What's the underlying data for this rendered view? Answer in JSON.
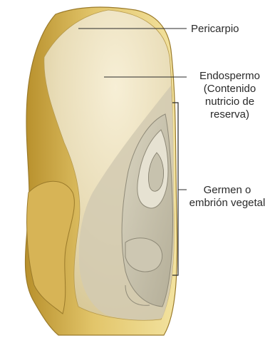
{
  "labels": {
    "pericarp": "Pericarpio",
    "endosperm": [
      "Endospermo",
      "(Contenido",
      "nutricio de",
      "reserva)"
    ],
    "germ": [
      "Germen o",
      "embrión vegetal"
    ]
  },
  "colors": {
    "pericarp_gold": "#d8b653",
    "pericarp_light": "#efdc92",
    "endosperm_cream": "#f2e8c8",
    "endosperm_gray": "#cfc7b4",
    "germ_gray": "#bdb9a6",
    "line": "#2a2a2a"
  }
}
